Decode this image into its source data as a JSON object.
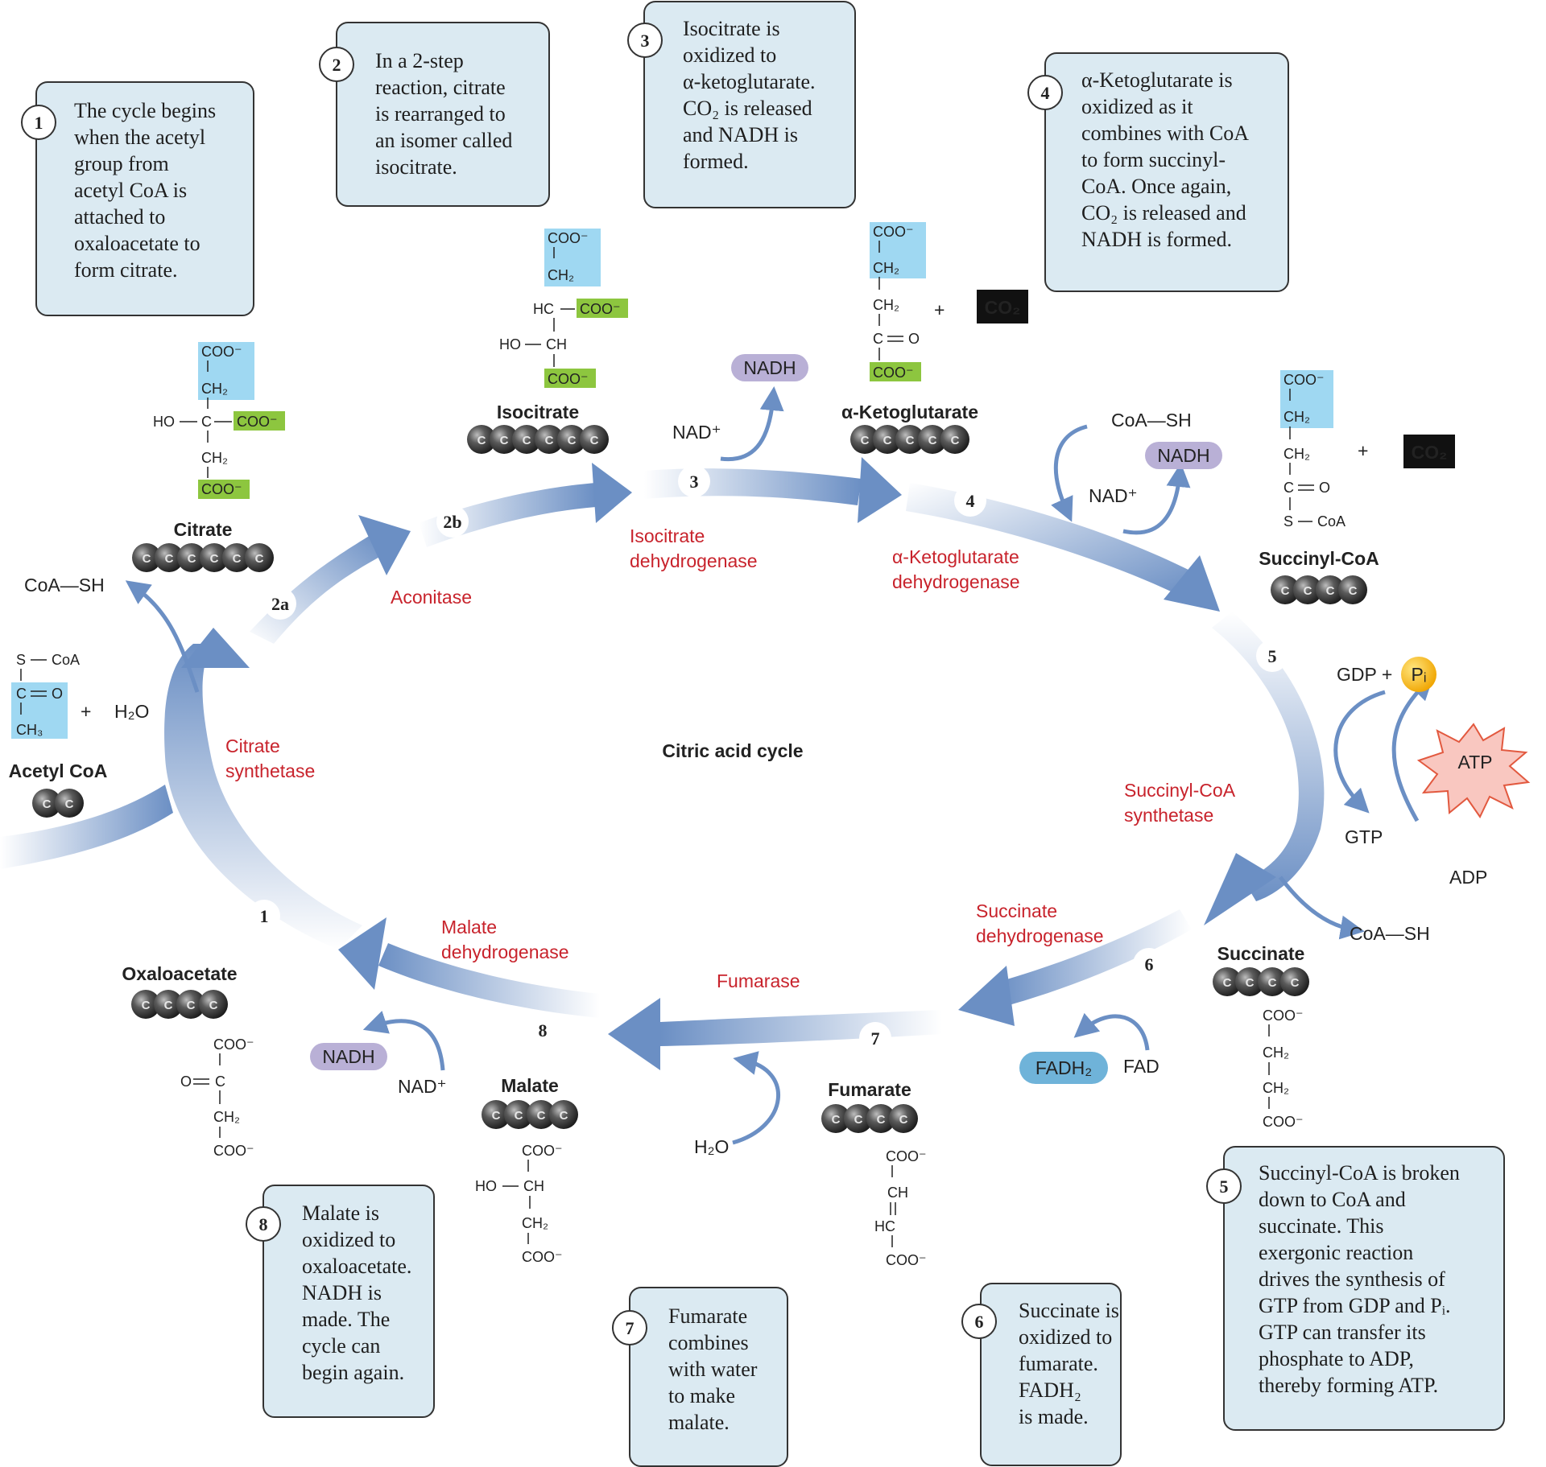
{
  "center_title": "Citric acid cycle",
  "colors": {
    "box_fill": "#dbeaf2",
    "arrow_blue": "#6b8fc4",
    "enzyme_red": "#c8232c",
    "highlight_blue": "#9fd8f2",
    "highlight_green": "#8dc63f",
    "nadh_fill": "#b9b0d6",
    "fadh_fill": "#6fb3d9"
  },
  "steps": {
    "s1": {
      "num": "1",
      "lines": [
        "The cycle begins",
        "when the acetyl",
        "group from",
        "acetyl CoA is",
        "attached to",
        "oxaloacetate to",
        "form citrate."
      ]
    },
    "s2": {
      "num": "2",
      "lines": [
        "In a 2-step",
        "reaction, citrate",
        "is rearranged to",
        "an isomer called",
        "isocitrate."
      ]
    },
    "s3": {
      "num": "3",
      "lines": [
        "Isocitrate is",
        "oxidized to",
        "α-ketoglutarate.",
        "CO₂ is released",
        "and NADH is",
        "formed."
      ]
    },
    "s4": {
      "num": "4",
      "lines": [
        "α-Ketoglutarate is",
        "oxidized as it",
        "combines with CoA",
        "to form succinyl-",
        "CoA. Once again,",
        "CO₂ is released and",
        "NADH is formed."
      ]
    },
    "s5": {
      "num": "5",
      "lines": [
        "Succinyl-CoA is broken",
        "down to CoA and",
        "succinate. This",
        "exergonic reaction",
        "drives the synthesis of",
        "GTP from GDP and Pᵢ.",
        "GTP can transfer its",
        "phosphate to ADP,",
        "thereby forming ATP."
      ]
    },
    "s6": {
      "num": "6",
      "lines": [
        "Succinate is",
        "oxidized to",
        "fumarate.",
        "FADH₂",
        "is made."
      ]
    },
    "s7": {
      "num": "7",
      "lines": [
        "Fumarate",
        "combines",
        "with water",
        "to make",
        "malate."
      ]
    },
    "s8": {
      "num": "8",
      "lines": [
        "Malate is",
        "oxidized to",
        "oxaloacetate.",
        "NADH is",
        "made. The",
        "cycle can",
        "begin again."
      ]
    }
  },
  "molecules": {
    "citrate": "Citrate",
    "isocitrate": "Isocitrate",
    "akg": "α-Ketoglutarate",
    "succinylcoa": "Succinyl-CoA",
    "succinate": "Succinate",
    "fumarate": "Fumarate",
    "malate": "Malate",
    "oxaloacetate": "Oxaloacetate",
    "acetylcoa": "Acetyl CoA"
  },
  "enzymes": {
    "citrate_synthetase": [
      "Citrate",
      "synthetase"
    ],
    "aconitase": [
      "Aconitase"
    ],
    "isocitrate_dh": [
      "Isocitrate",
      "dehydrogenase"
    ],
    "akg_dh": [
      "α-Ketoglutarate",
      "dehydrogenase"
    ],
    "succinylcoa_synthetase": [
      "Succinyl-CoA",
      "synthetase"
    ],
    "succinate_dh": [
      "Succinate",
      "dehydrogenase"
    ],
    "fumarase": [
      "Fumarase"
    ],
    "malate_dh": [
      "Malate",
      "dehydrogenase"
    ]
  },
  "arrow_numbers": [
    "1",
    "2a",
    "2b",
    "3",
    "4",
    "5",
    "6",
    "7",
    "8"
  ],
  "cofactors": {
    "nadh": "NADH",
    "nad": "NAD⁺",
    "fadh2": "FADH₂",
    "fad": "FAD",
    "coash": "CoA—SH",
    "co2": "CO₂",
    "h2o": "H₂O",
    "gdp": "GDP +",
    "pi": "Pᵢ",
    "gtp": "GTP",
    "adp": "ADP",
    "atp": "ATP",
    "plus": "+"
  },
  "chem": {
    "coo": "COO⁻",
    "ch2": "CH₂",
    "ch3": "CH₃",
    "ch": "CH",
    "hc": "HC",
    "c": "C",
    "o": "O",
    "ho": "HO",
    "s": "S",
    "coa": "CoA",
    "dash": "—",
    "eq": "="
  },
  "carbon": "C"
}
